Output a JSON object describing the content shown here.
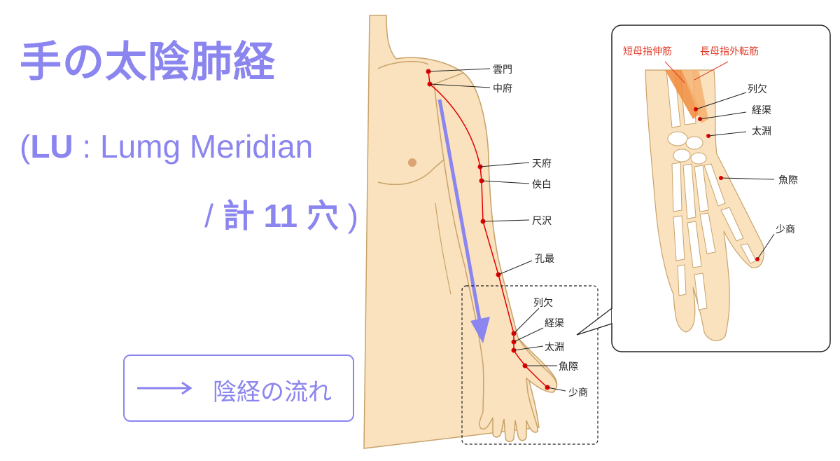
{
  "title": "手の太陰肺経",
  "subtitle": {
    "open": "(",
    "code": "LU",
    "rest": " : Lumg Meridian"
  },
  "count": {
    "prefix": "/ ",
    "label": "計 11 穴",
    "suffix": " )"
  },
  "legend": {
    "text": "陰経の流れ"
  },
  "colors": {
    "accent": "#8b85ef",
    "meridian": "#e00000",
    "skin": "#fae2bf",
    "muscle": "#f08a3a"
  },
  "points_main": [
    "雲門",
    "中府",
    "天府",
    "侠白",
    "尺沢",
    "孔最",
    "列欠",
    "経渠",
    "太淵",
    "魚際",
    "少商"
  ],
  "inset": {
    "muscles": [
      "短母指伸筋",
      "長母指外転筋"
    ],
    "points": [
      "列欠",
      "経渠",
      "太淵",
      "魚際",
      "少商"
    ]
  }
}
